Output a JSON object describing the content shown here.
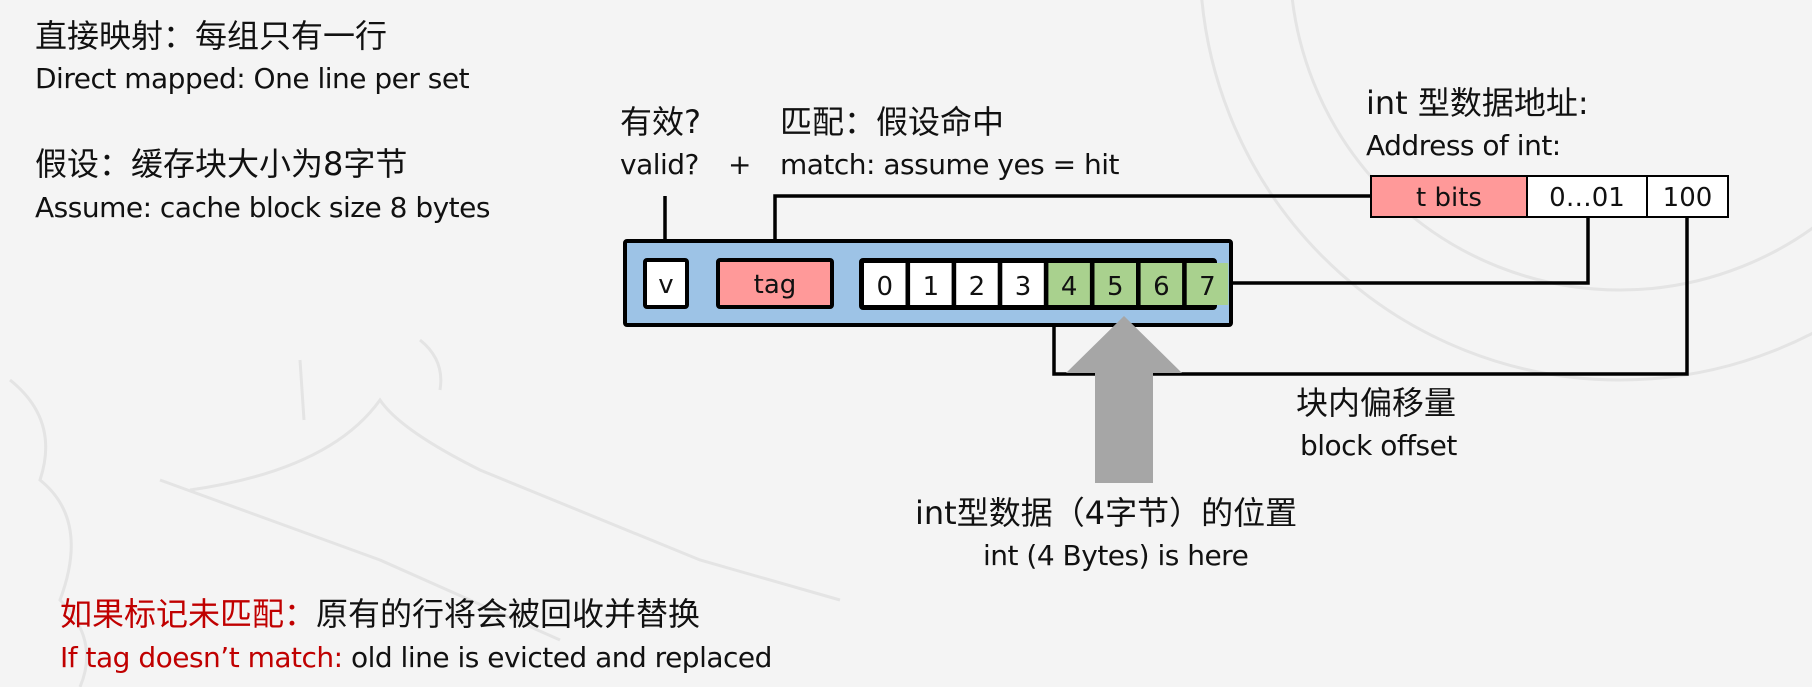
{
  "heading": {
    "zh": "直接映射：每组只有一行",
    "en": "Direct mapped: One line per set"
  },
  "assumption": {
    "zh": "假设：缓存块大小为8字节",
    "en": "Assume: cache block size 8 bytes"
  },
  "valid_label": {
    "zh": "有效?",
    "en": "valid?"
  },
  "plus": "+",
  "match_label": {
    "zh": "匹配：假设命中",
    "en": "match: assume yes = hit"
  },
  "address_label": {
    "zh": "int 型数据地址:",
    "en": "Address of int:"
  },
  "address_fields": [
    {
      "label": "t bits",
      "color": "#ff9999"
    },
    {
      "label": "0…01",
      "color": "#ffffff"
    },
    {
      "label": "100",
      "color": "#ffffff"
    }
  ],
  "cache_line": {
    "bg_color": "#9dc3e6",
    "valid": {
      "label": "v",
      "color": "#ffffff"
    },
    "tag": {
      "label": "tag",
      "color": "#ff9999"
    },
    "bytes": [
      {
        "label": "0",
        "highlighted": false
      },
      {
        "label": "1",
        "highlighted": false
      },
      {
        "label": "2",
        "highlighted": false
      },
      {
        "label": "3",
        "highlighted": false
      },
      {
        "label": "4",
        "highlighted": true
      },
      {
        "label": "5",
        "highlighted": true
      },
      {
        "label": "6",
        "highlighted": true
      },
      {
        "label": "7",
        "highlighted": true
      }
    ],
    "highlight_color": "#a9d18e"
  },
  "block_offset_label": {
    "zh": "块内偏移量",
    "en": "block offset"
  },
  "int_location_label": {
    "zh": "int型数据（4字节）的位置",
    "en": "int (4 Bytes) is here"
  },
  "arrow_color": "#a6a6a6",
  "miss_note": {
    "zh_red": "如果标记未匹配：",
    "zh_black": "原有的行将会被回收并替换",
    "en_red": "If tag doesn’t match: ",
    "en_black": "old line is evicted and replaced",
    "red_color": "#c00000"
  }
}
